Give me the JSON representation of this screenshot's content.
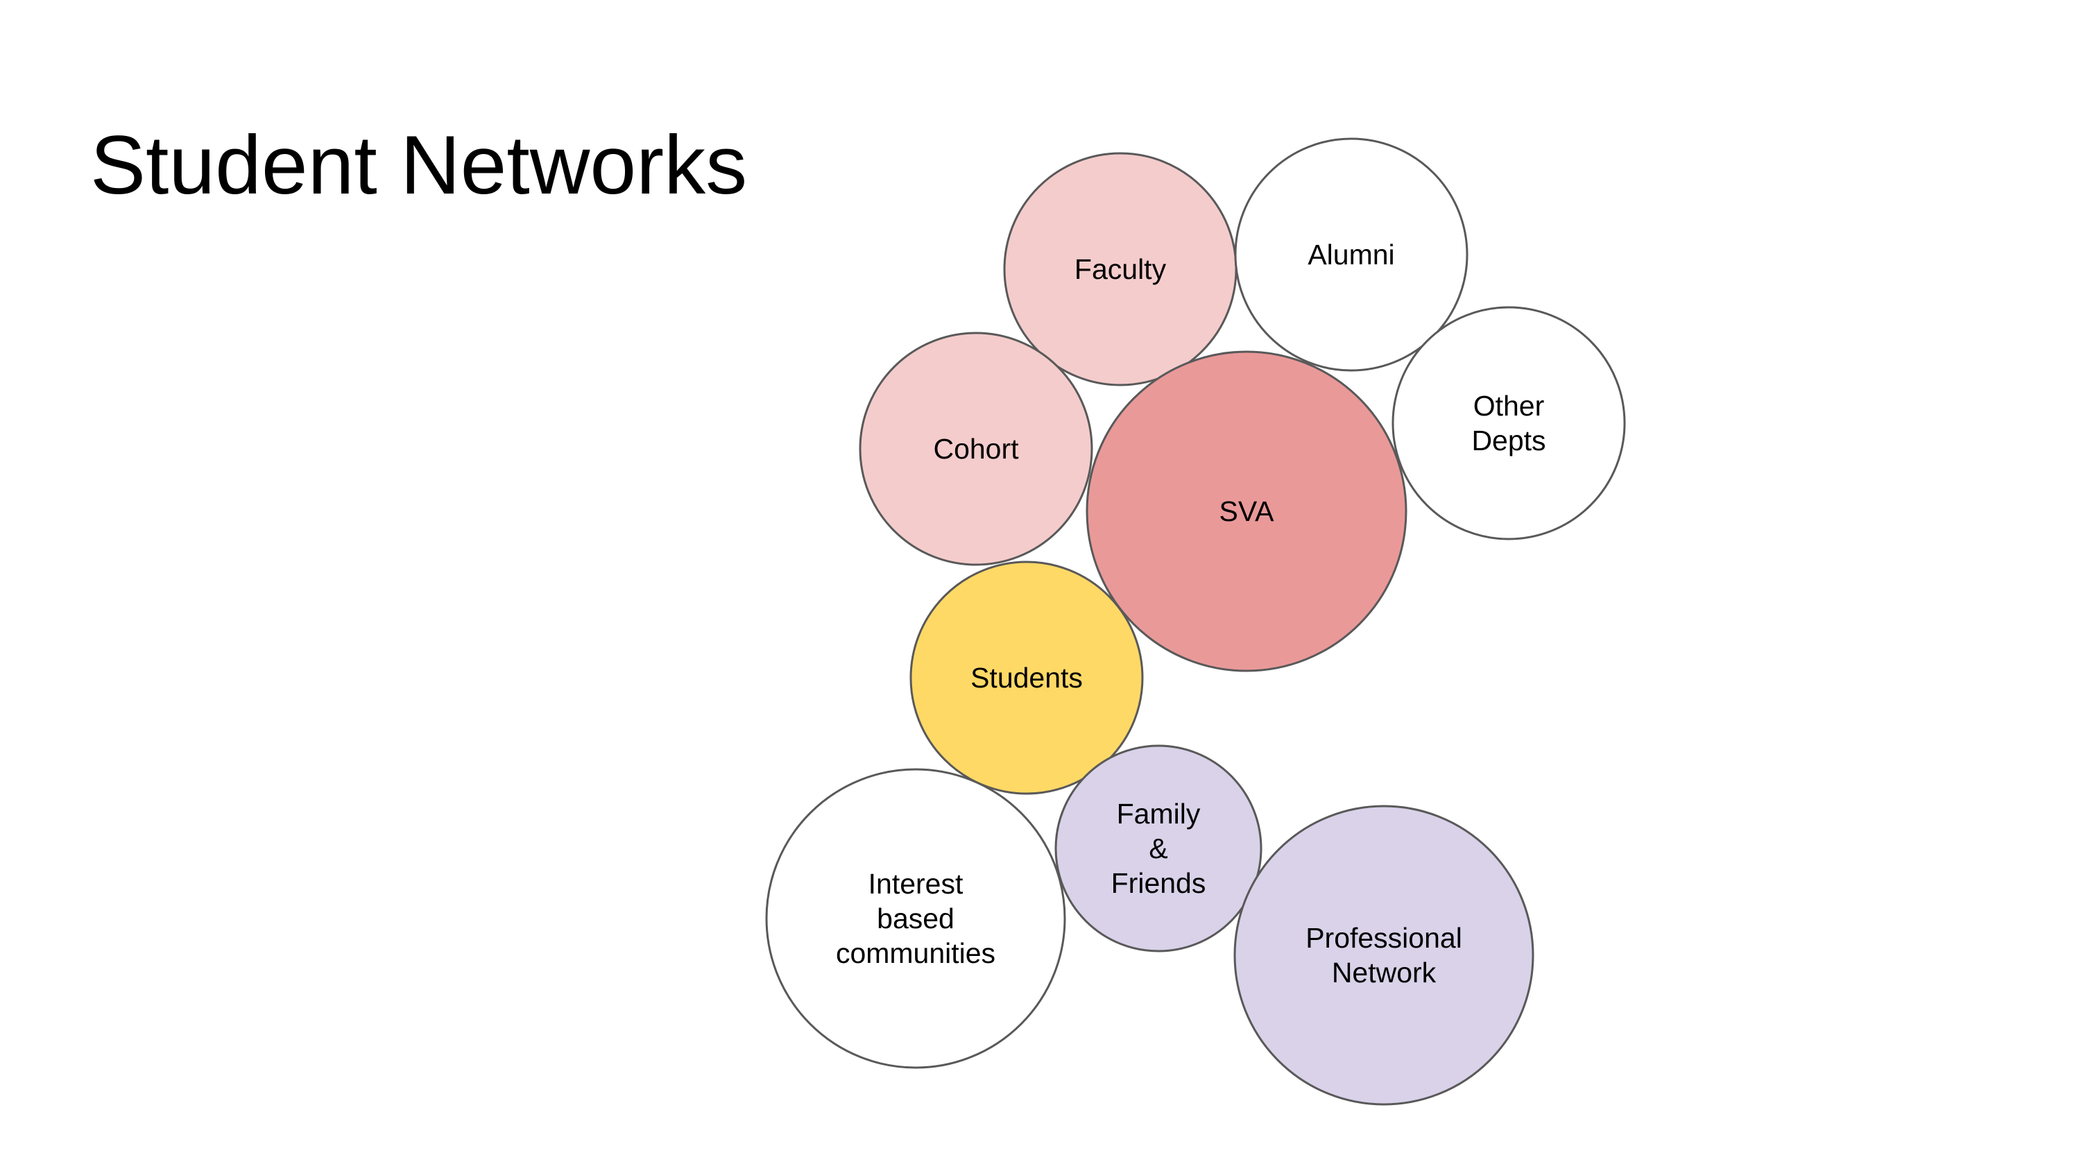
{
  "slide": {
    "title": "Student Networks"
  },
  "colors": {
    "light_pink": "#f4cccc",
    "dark_pink": "#ea9999",
    "yellow": "#ffd966",
    "lavender": "#d9d2e9",
    "white": "#ffffff",
    "outline": "#595959"
  },
  "bubbles": [
    {
      "id": "faculty",
      "label": [
        "Faculty"
      ],
      "fill": "#f4cccc"
    },
    {
      "id": "alumni",
      "label": [
        "Alumni"
      ],
      "fill": "#ffffff"
    },
    {
      "id": "cohort",
      "label": [
        "Cohort"
      ],
      "fill": "#f4cccc"
    },
    {
      "id": "sva",
      "label": [
        "SVA"
      ],
      "fill": "#ea9999"
    },
    {
      "id": "other-depts",
      "label": [
        "Other",
        "Depts"
      ],
      "fill": "#ffffff"
    },
    {
      "id": "students",
      "label": [
        "Students"
      ],
      "fill": "#ffd966"
    },
    {
      "id": "family-friends",
      "label": [
        "Family",
        "&",
        "Friends"
      ],
      "fill": "#d9d2e9"
    },
    {
      "id": "interest-communities",
      "label": [
        "Interest",
        "based",
        "communities"
      ],
      "fill": "#ffffff"
    },
    {
      "id": "professional-network",
      "label": [
        "Professional",
        "Network"
      ],
      "fill": "#d9d2e9"
    }
  ]
}
